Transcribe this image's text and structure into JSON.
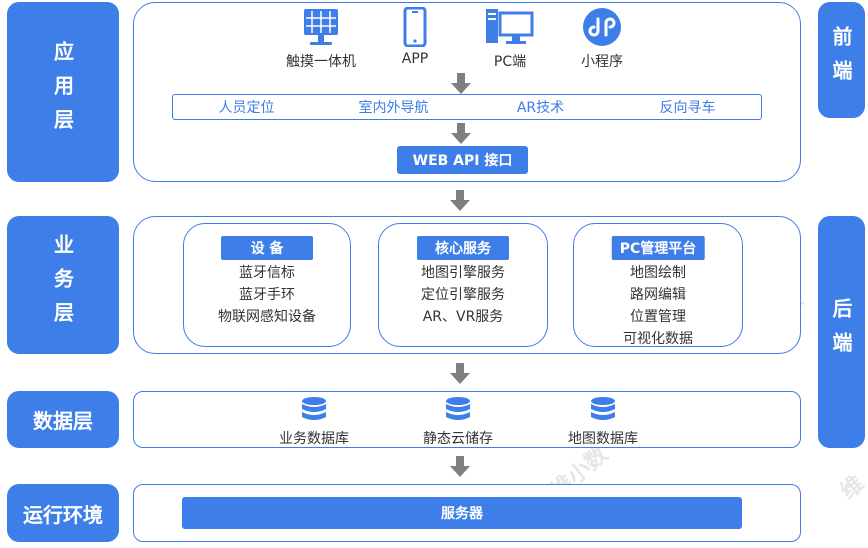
{
  "layers": {
    "app": "应用层",
    "business": "业务层",
    "data": "数据层",
    "runtime": "运行环境",
    "frontend": "前端",
    "backend": "后端"
  },
  "app_layer": {
    "clients": [
      {
        "label": "触摸一体机",
        "icon": "touch-kiosk-icon"
      },
      {
        "label": "APP",
        "icon": "smartphone-icon"
      },
      {
        "label": "PC端",
        "icon": "desktop-pc-icon"
      },
      {
        "label": "小程序",
        "icon": "mini-program-icon"
      }
    ],
    "features": [
      "人员定位",
      "室内外导航",
      "AR技术",
      "反向寻车"
    ],
    "api": "WEB API 接口"
  },
  "business_layer": {
    "groups": [
      {
        "title": "设 备",
        "items": [
          "蓝牙信标",
          "蓝牙手环",
          "物联网感知设备"
        ]
      },
      {
        "title": "核心服务",
        "items": [
          "地图引擎服务",
          "定位引擎服务",
          "AR、VR服务"
        ]
      },
      {
        "title": "PC管理平台",
        "items": [
          "地图绘制",
          "路网编辑",
          "位置管理",
          "可视化数据"
        ]
      }
    ]
  },
  "data_layer": {
    "stores": [
      "业务数据库",
      "静态云储存",
      "地图数据库"
    ]
  },
  "runtime_layer": {
    "server": "服务器"
  },
  "colors": {
    "accent": "#3d7ee8",
    "arrow": "#7f7f7f"
  }
}
